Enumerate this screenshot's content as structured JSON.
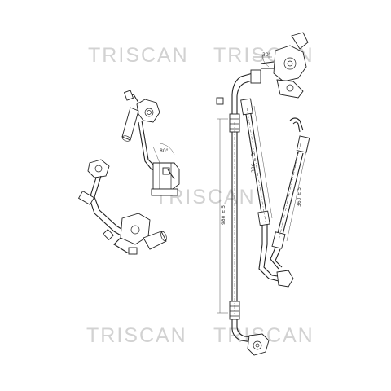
{
  "watermarks": [
    "TRISCAN",
    "TRISCAN",
    "TRISCAN",
    "TRISCAN",
    "TRISCAN"
  ],
  "dimensions": {
    "angle_top": "30°",
    "angle_mid": "80°",
    "dim_long_left": "980 ± 5",
    "dim_center": "386 ± 5",
    "dim_right": "360 ± 5"
  }
}
